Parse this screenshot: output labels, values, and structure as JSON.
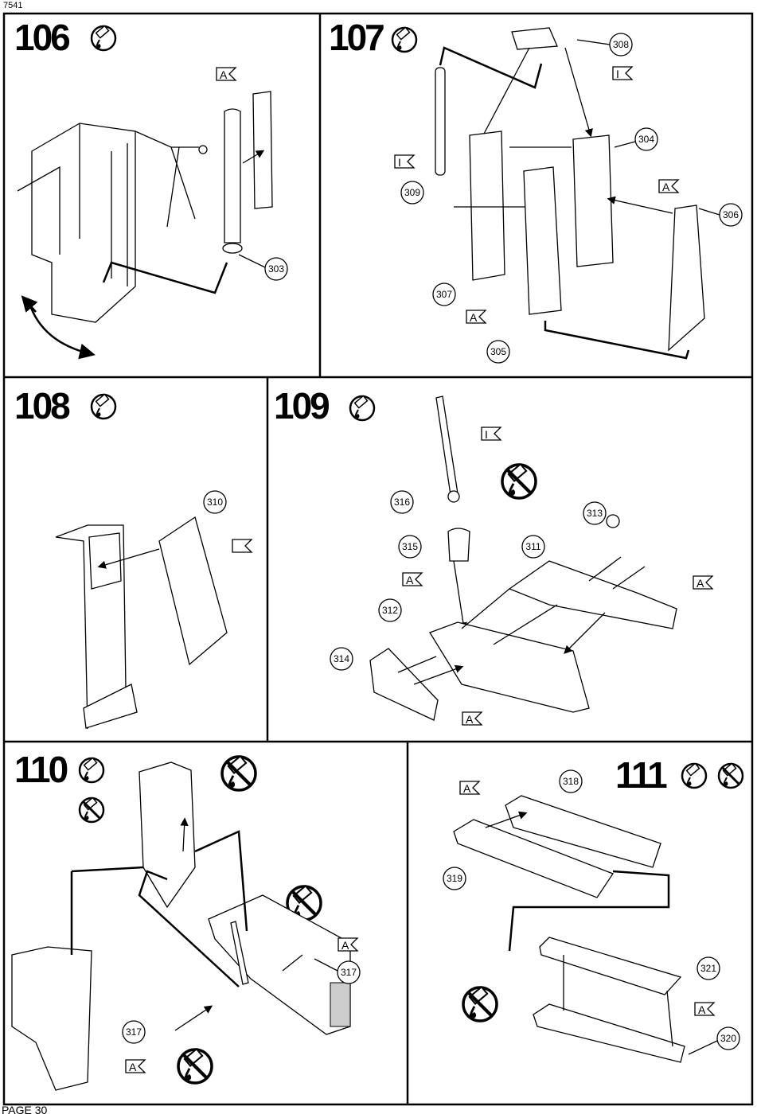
{
  "header": {
    "code": "7541"
  },
  "footer": {
    "page": "PAGE 30"
  },
  "steps": [
    {
      "number": "106",
      "icons": [
        "glue-icon"
      ],
      "callouts": [
        "303"
      ],
      "flags": [
        "A"
      ]
    },
    {
      "number": "107",
      "icons": [
        "glue-icon"
      ],
      "callouts": [
        "308",
        "304",
        "306",
        "309",
        "307",
        "305"
      ],
      "flags": [
        "I",
        "A",
        "I",
        "A"
      ]
    },
    {
      "number": "108",
      "icons": [
        "glue-icon"
      ],
      "callouts": [
        "310"
      ],
      "flags": [
        ""
      ]
    },
    {
      "number": "109",
      "icons": [
        "glue-icon",
        "no-glue-icon"
      ],
      "callouts": [
        "316",
        "313",
        "311",
        "315",
        "312",
        "314"
      ],
      "flags": [
        "I",
        "A",
        "A",
        "A"
      ]
    },
    {
      "number": "110",
      "icons": [
        "glue-icon",
        "no-glue-icon"
      ],
      "callouts": [
        "317",
        "317"
      ],
      "flags": [
        "A",
        "A"
      ]
    },
    {
      "number": "111",
      "icons": [
        "glue-icon",
        "no-glue-icon"
      ],
      "callouts": [
        "318",
        "319",
        "321",
        "320"
      ],
      "flags": [
        "A",
        "A"
      ]
    }
  ]
}
